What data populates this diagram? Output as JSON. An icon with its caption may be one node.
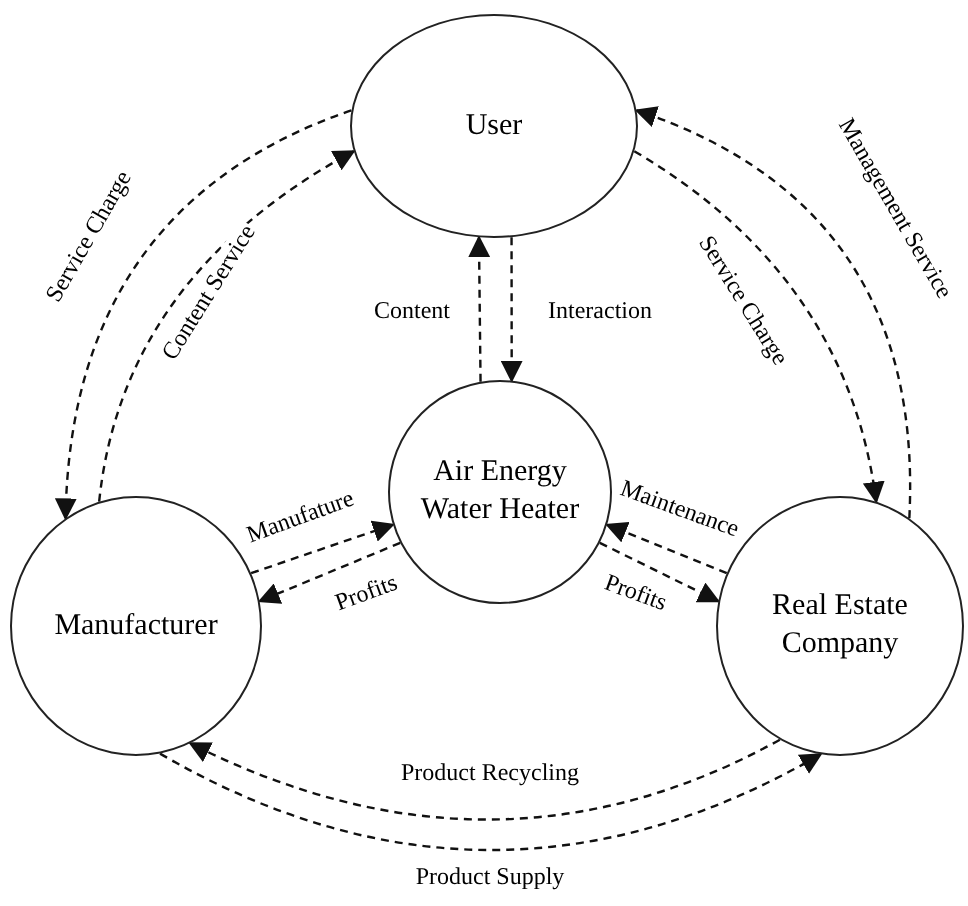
{
  "diagram": {
    "nodes": [
      {
        "text": [
          "User"
        ]
      },
      {
        "text": [
          "Air Energy Water Heater"
        ]
      },
      {
        "text": [
          "Manufacturer"
        ]
      },
      {
        "text": [
          "Real Estate Company"
        ]
      }
    ],
    "edges": [
      {
        "from": 0,
        "to": 2,
        "arrow": "to",
        "label": "Service Charge",
        "style": "dashed"
      },
      {
        "from": 2,
        "to": 0,
        "arrow": "to",
        "label": "Content Service",
        "style": "dashed"
      },
      {
        "from": 3,
        "to": 0,
        "arrow": "to",
        "label": "Management Service",
        "style": "dashed"
      },
      {
        "from": 0,
        "to": 3,
        "arrow": "to",
        "label": "Service Charge",
        "style": "dashed"
      },
      {
        "from": 1,
        "to": 0,
        "arrow": "to",
        "label": "Content",
        "style": "dashed"
      },
      {
        "from": 0,
        "to": 1,
        "arrow": "to",
        "label": "Interaction",
        "style": "dashed"
      },
      {
        "from": 2,
        "to": 1,
        "arrow": "to",
        "label": "Manufature",
        "style": "dashed"
      },
      {
        "from": 1,
        "to": 2,
        "arrow": "to",
        "label": "Profits",
        "style": "dashed"
      },
      {
        "from": 3,
        "to": 1,
        "arrow": "to",
        "label": "Maintenance",
        "style": "dashed"
      },
      {
        "from": 1,
        "to": 3,
        "arrow": "to",
        "label": "Profits",
        "style": "dashed"
      },
      {
        "from": 3,
        "to": 2,
        "arrow": "to",
        "label": "Product Recycling",
        "style": "dashed"
      },
      {
        "from": 2,
        "to": 3,
        "arrow": "to",
        "label": "Product Supply",
        "style": "dashed"
      }
    ]
  }
}
